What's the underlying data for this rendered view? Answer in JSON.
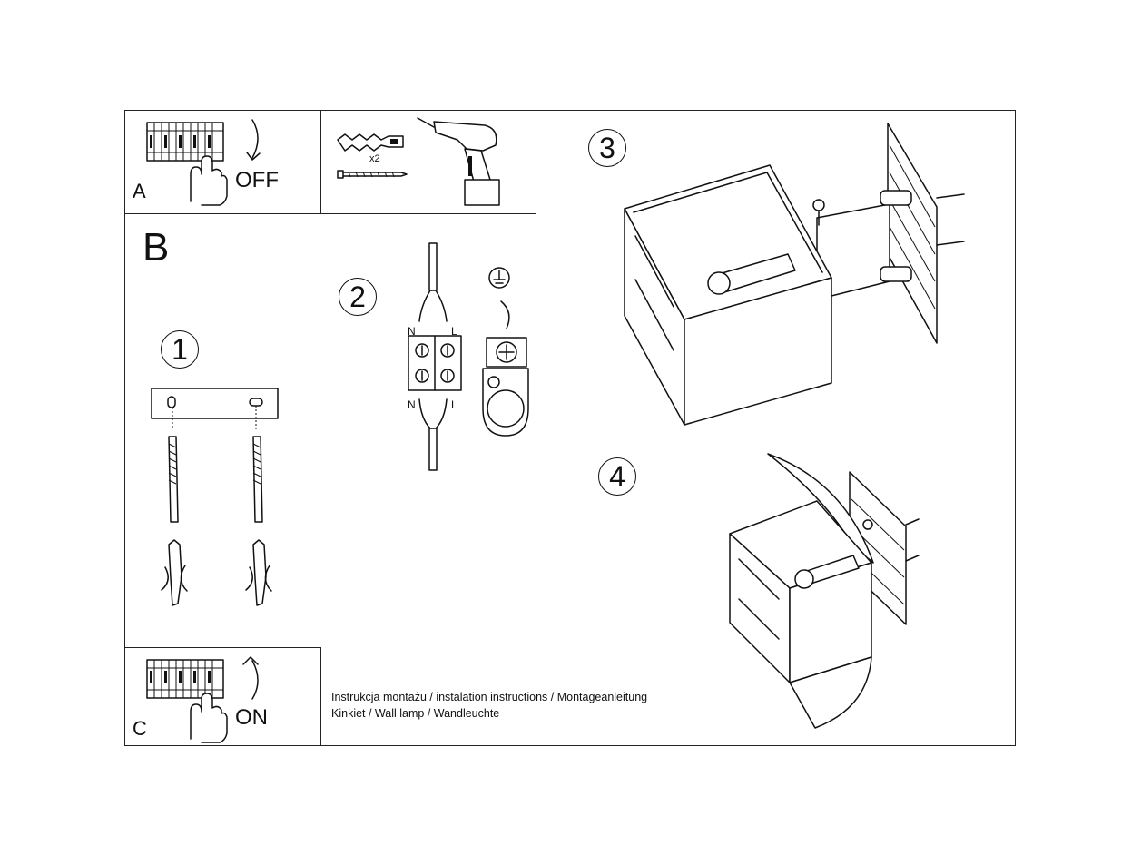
{
  "panels": {
    "A": {
      "label": "A",
      "action": "OFF"
    },
    "B": {
      "label": "B"
    },
    "C": {
      "label": "C",
      "action": "ON"
    }
  },
  "tools": {
    "quantity": "x2"
  },
  "steps": [
    "1",
    "2",
    "3",
    "4"
  ],
  "wiring": {
    "neutral": "N",
    "live": "L"
  },
  "caption": {
    "line1": "Instrukcja montażu / instalation instructions / Montageanleitung",
    "line2": "Kinkiet / Wall lamp / Wandleuchte"
  }
}
